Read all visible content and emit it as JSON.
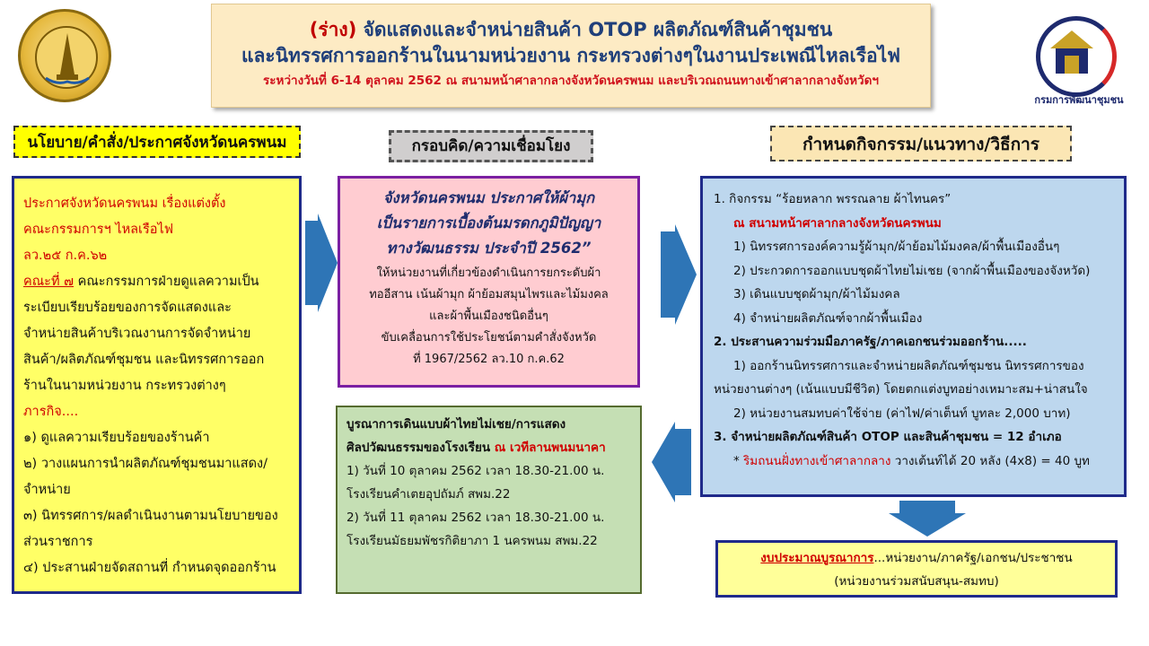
{
  "header": {
    "draft_prefix": "(ร่าง)",
    "title_line1": "จัดแสดงและจำหน่ายสินค้า OTOP ผลิตภัณฑ์สินค้าชุมชน",
    "title_line2": "และนิทรรศการออกร้านในนามหน่วยงาน กระทรวงต่างๆในงานประเพณีไหลเรือไฟ",
    "subtitle": "ระหว่างวันที่ 6-14 ตุลาคม 2562 ณ สนามหน้าศาลากลางจังหวัดนครพนม และบริเวณถนนทางเข้าศาลากลางจังหวัดฯ"
  },
  "logos": {
    "left": "provincial-seal",
    "right_caption": "กรมการพัฒนาชุมชน"
  },
  "columns": {
    "policy": "นโยบาย/คำสั่ง/ประกาศจังหวัดนครพนม",
    "framework": "กรอบคิด/ความเชื่อมโยง",
    "activity": "กำหนดกิจกรรม/แนวทาง/วิธีการ"
  },
  "policy": {
    "l1": "ประกาศจังหวัดนครพนม  เรื่องแต่งตั้ง",
    "l2": "คณะกรรมการฯ ไหลเรือไฟ",
    "l3": "ลว.๒๕ ก.ค.๖๒",
    "l4_ul": "คณะที่ ๗",
    "l4_rest": " คณะกรรมการฝ่ายดูแลความเป็น",
    "l5": "ระเบียบเรียบร้อยของการจัดแสดงและ",
    "l6": "จำหน่ายสินค้าบริเวณงานการจัดจำหน่าย",
    "l7": "สินค้า/ผลิตภัณฑ์ชุมชน และนิทรรศการออก",
    "l8": "ร้านในนามหน่วยงาน กระทรวงต่างๆ",
    "l9": "ภารกิจ....",
    "l10": "๑) ดูแลความเรียบร้อยของร้านค้า",
    "l11": "๒) วางแผนการนำผลิตภัณฑ์ชุมชนมาแสดง/",
    "l12": "จำหน่าย",
    "l13": "๓) นิทรรศการ/ผลดำเนินงานตามนโยบายของ",
    "l14": "ส่วนราชการ",
    "l15": "๔) ประสานฝ่ายจัดสถานที่ กำหนดจุดออกร้าน"
  },
  "framework": {
    "big1": "จังหวัดนครพนม ประกาศให้ผ้ามุก",
    "big2": "เป็นรายการเบื้องต้นมรดกภูมิปัญญา",
    "big3": "ทางวัฒนธรรม  ประจำปี 2562”",
    "s1": "ให้หน่วยงานที่เกี่ยวข้องดำเนินการยกระดับผ้า",
    "s2": "ทออีสาน  เน้นผ้ามุก  ผ้าย้อมสมุนไพรและไม้มงคล",
    "s3": "และผ้าพื้นเมืองชนิดอื่นๆ",
    "s4": "ขับเคลื่อนการใช้ประโยชน์ตามคำสั่งจังหวัด",
    "s5": "ที่ 1967/2562  ลว.10  ก.ค.62"
  },
  "event": {
    "t1": "บูรณาการเดินแบบผ้าไทยไม่เชย/การแสดง",
    "t2a": "ศิลปวัฒนธรรมของโรงเรียน  ",
    "t2b": "ณ เวทีลานพนมนาคา",
    "e1": "1) วันที่ 10 ตุลาคม 2562  เวลา 18.30-21.00 น.",
    "e2": "โรงเรียนคำเตยอุปถัมภ์  สพม.22",
    "e3": "2) วันที่ 11 ตุลาคม 2562  เวลา 18.30-21.00 น.",
    "e4": "โรงเรียนมัธยมพัชรกิติยาภา 1 นครพนม  สพม.22"
  },
  "activity": {
    "a1": "1. กิจกรรม  “ร้อยหลาก  พรรณลาย  ผ้าไทนคร”",
    "a2": "ณ สนามหน้าศาลากลางจังหวัดนครพนม",
    "a3": "1) นิทรรศการองค์ความรู้ผ้ามุก/ผ้าย้อมไม้มงคล/ผ้าพื้นเมืองอื่นๆ",
    "a4": "2) ประกวดการออกแบบชุดผ้าไทยไม่เชย (จากผ้าพื้นเมืองของจังหวัด)",
    "a5": "3) เดินแบบชุดผ้ามุก/ผ้าไม้มงคล",
    "a6": "4) จำหน่ายผลิตภัณฑ์จากผ้าพื้นเมือง",
    "a7": "2. ประสานความร่วมมือภาครัฐ/ภาคเอกชนร่วมออกร้าน.....",
    "a8": "1) ออกร้านนิทรรศการและจำหน่ายผลิตภัณฑ์ชุมชน นิทรรศการของ",
    "a9": "หน่วยงานต่างๆ (เน้นแบบมีชีวิต) โดยตกแต่งบูทอย่างเหมาะสม+น่าสนใจ",
    "a10": "2) หน่วยงานสมทบค่าใช้จ่าย (ค่าไฟ/ค่าเต็นท์ บูทละ 2,000 บาท)",
    "a11": "3. จำหน่ายผลิตภัณฑ์สินค้า OTOP และสินค้าชุมชน  =  12  อำเภอ",
    "a12_star": "* ",
    "a12_red": "ริมถนนฝั่งทางเข้าศาลากลาง",
    "a12_rest": " วางเต้นท์ได้ 20 หลัง (4x8) = 40 บูท"
  },
  "budget": {
    "red": "งบประมาณบูรณาการ",
    "rest": "...หน่วยงาน/ภาครัฐ/เอกชน/ประชาชน",
    "line2": "(หน่วยงานร่วมสนับสนุน-สมทบ)"
  },
  "colors": {
    "arrow": "#2e75b6",
    "title_blue": "#1f3f7a",
    "accent_red": "#d00000"
  }
}
